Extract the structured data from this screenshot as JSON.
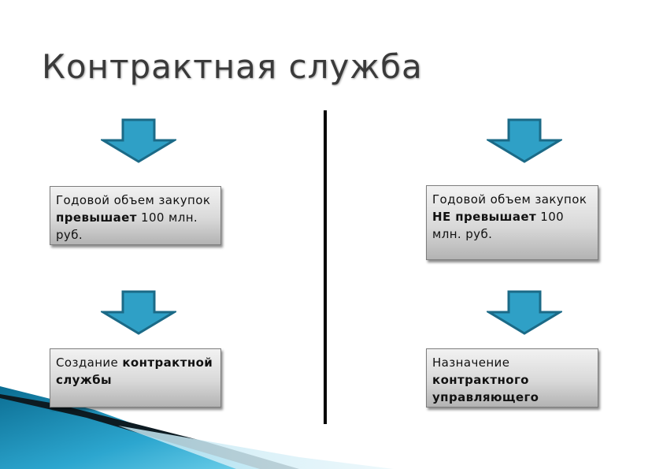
{
  "title": "Контрактная служба",
  "left": {
    "condition": {
      "pre": "Годовой объем закупок ",
      "bold": "превышает",
      "post": " 100 млн. руб."
    },
    "result": {
      "pre": "Создание ",
      "bold": "контрактной службы",
      "post": ""
    }
  },
  "right": {
    "condition": {
      "pre": "Годовой объем закупок ",
      "bold": "НЕ превышает",
      "post": " 100 млн. руб."
    },
    "result": {
      "pre": "Назначение ",
      "bold": "контрактного управляющего",
      "post": ""
    }
  },
  "colors": {
    "arrow_fill": "#2fa0c6",
    "arrow_stroke": "#1b6a87",
    "divider": "#000000"
  }
}
